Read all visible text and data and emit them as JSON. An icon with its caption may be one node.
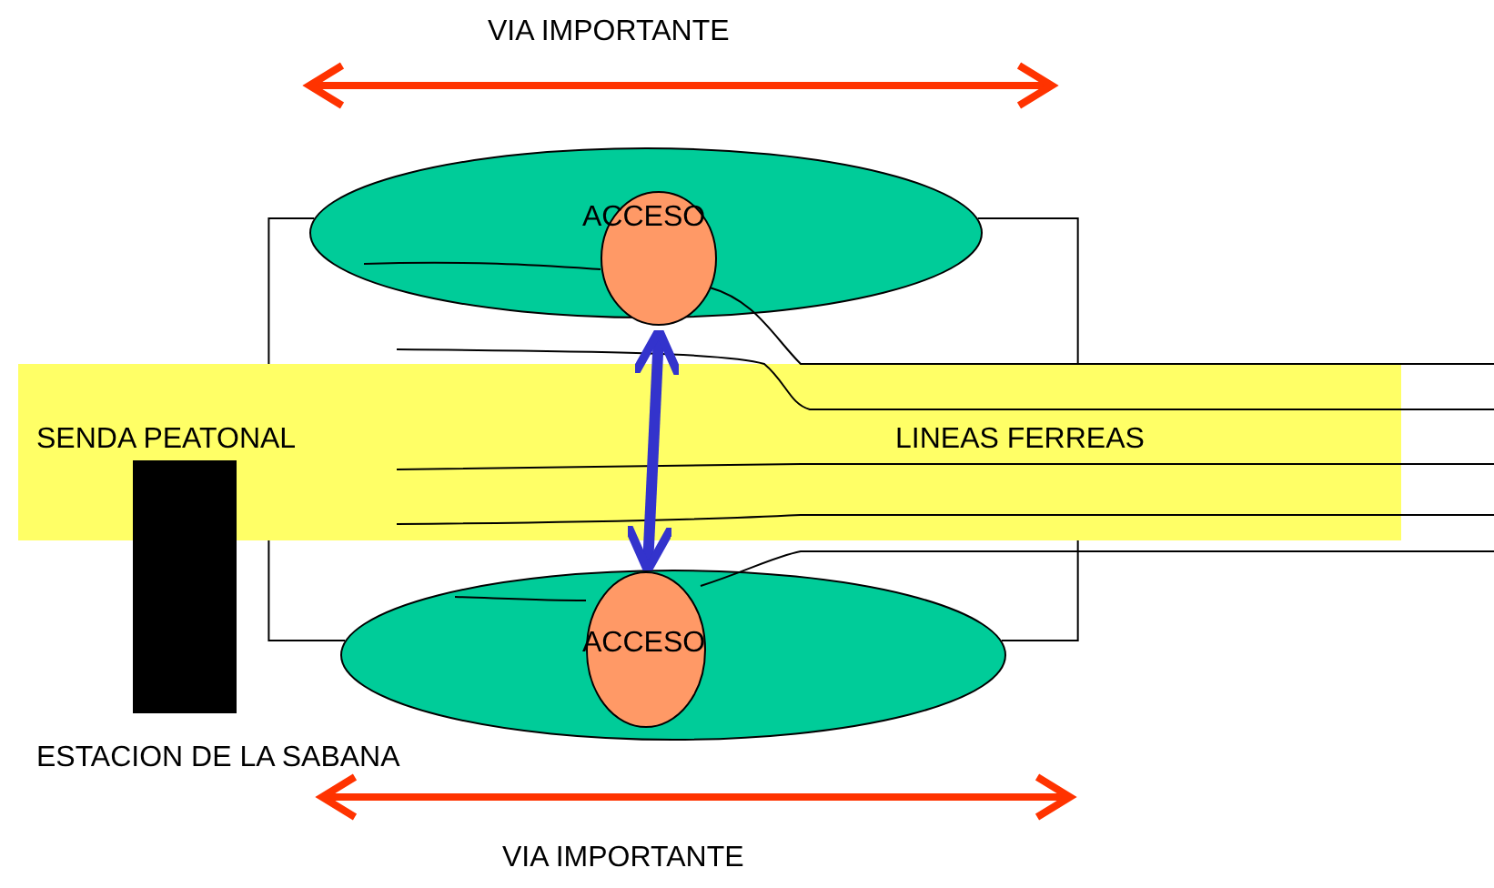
{
  "diagram": {
    "nodes": [
      {
        "text": [],
        "shape": "ellipse"
      },
      {
        "text": [
          "ACCESO"
        ],
        "in": 0
      },
      {
        "text": [],
        "shape": "ellipse"
      },
      {
        "text": [
          "ACCESO"
        ],
        "in": 2
      },
      {
        "text": [],
        "shape": "box"
      }
    ],
    "edges": [
      {
        "from": 1,
        "to": 3,
        "arrow": "both",
        "style": "thick",
        "color": "#3333cc"
      },
      {
        "from": 0,
        "to": 2,
        "arrow": "none"
      },
      {
        "from": 0,
        "to": 2,
        "arrow": "none"
      }
    ],
    "labels": [
      "VIA IMPORTANTE",
      "SENDA PEATONAL",
      "LINEAS FERREAS",
      "ESTACION DE LA SABANA",
      "VIA IMPORTANTE"
    ]
  }
}
